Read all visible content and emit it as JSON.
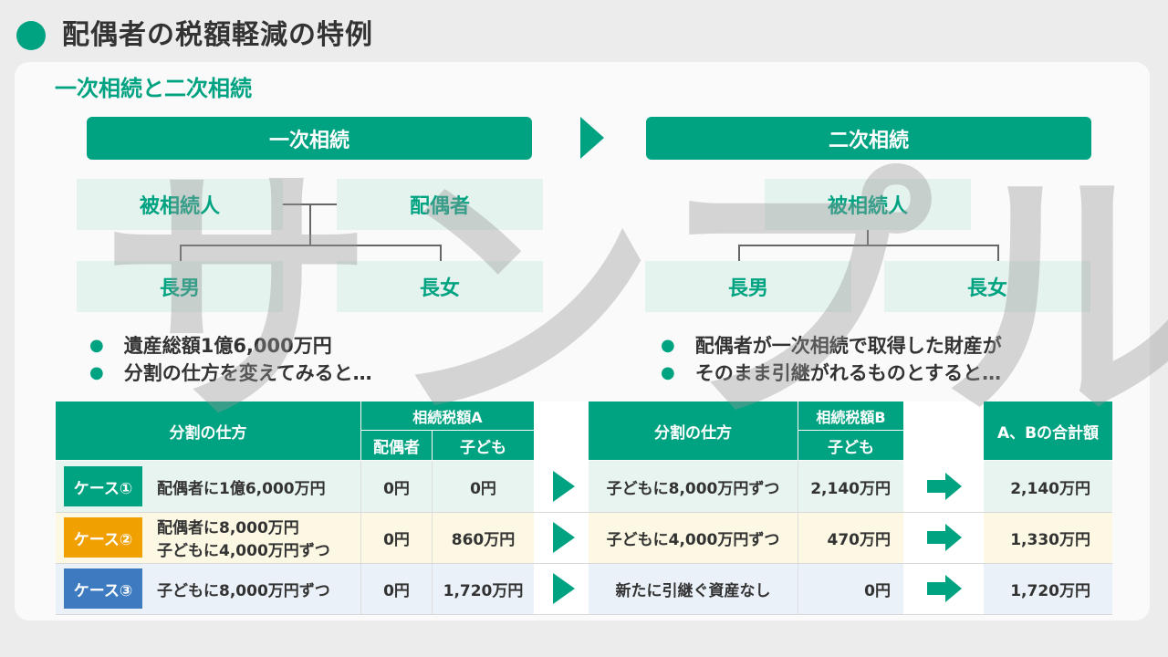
{
  "page": {
    "title": "配偶者の税額軽減の特例",
    "subtitle": "一次相続と二次相続",
    "watermark": "サンプル"
  },
  "phases": {
    "first": "一次相続",
    "second": "二次相続"
  },
  "family": {
    "first": {
      "deceased": "被相続人",
      "spouse": "配偶者",
      "son": "長男",
      "daughter": "長女"
    },
    "second": {
      "deceased": "被相続人",
      "son": "長男",
      "daughter": "長女"
    }
  },
  "bullets": {
    "first": [
      "遺産総額1億6,000万円",
      "分割の仕方を変えてみると…"
    ],
    "second": [
      "配偶者が一次相続で取得した財産が",
      "そのまま引継がれるものとすると…"
    ]
  },
  "table": {
    "headers": {
      "division": "分割の仕方",
      "tax_a": "相続税額A",
      "spouse": "配偶者",
      "child": "子ども",
      "division2": "分割の仕方",
      "tax_b": "相続税額B",
      "child2": "子ども",
      "total": "A、Bの合計額"
    },
    "rows": [
      {
        "case": "ケース①",
        "color": "#00a381",
        "division_line1": "配偶者に1億6,000万円",
        "division_line2": "",
        "spouse_tax": "0円",
        "child_tax": "0円",
        "division2": "子どもに8,000万円ずつ",
        "tax_b": "2,140万円",
        "total": "2,140万円"
      },
      {
        "case": "ケース②",
        "color": "#f0a000",
        "division_line1": "配偶者に8,000万円",
        "division_line2": "子どもに4,000万円ずつ",
        "spouse_tax": "0円",
        "child_tax": "860万円",
        "division2": "子どもに4,000万円ずつ",
        "tax_b": "470万円",
        "total": "1,330万円"
      },
      {
        "case": "ケース③",
        "color": "#3d7abf",
        "division_line1": "子どもに8,000万円ずつ",
        "division_line2": "",
        "spouse_tax": "0円",
        "child_tax": "1,720万円",
        "division2": "新たに引継ぐ資産なし",
        "tax_b": "0円",
        "total": "1,720万円"
      }
    ]
  }
}
